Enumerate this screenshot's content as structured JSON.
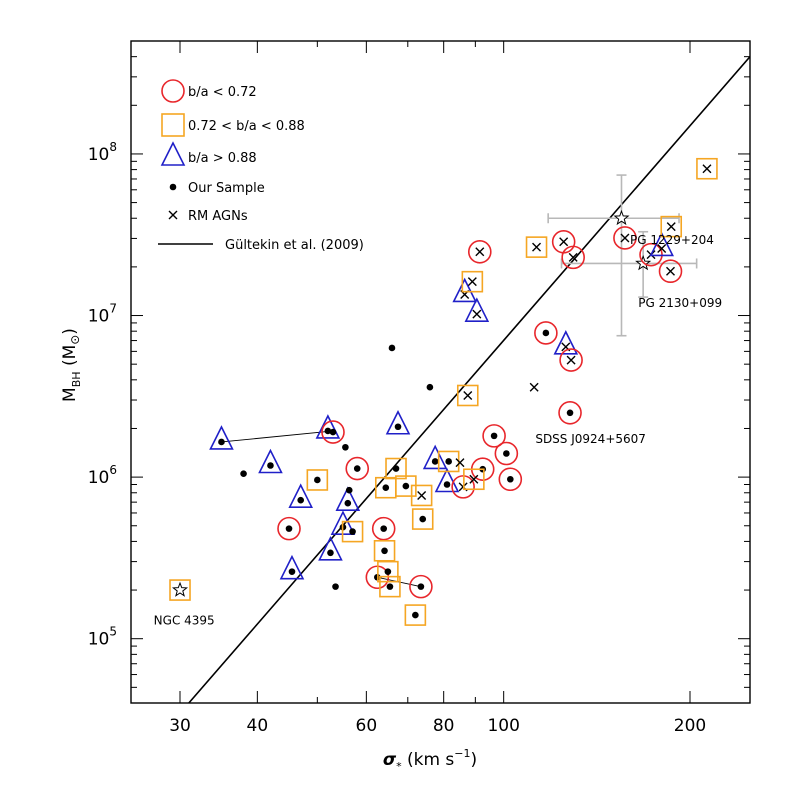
{
  "chart_data": {
    "type": "scatter",
    "title": "",
    "xlabel_symbol": "σ",
    "xlabel_sub": "*",
    "xlabel_unit": "(km s",
    "xlabel_unit_exp": "−1",
    "xlabel_unit_close": ")",
    "ylabel_main": "M",
    "ylabel_sub": "BH",
    "ylabel_unit": "(M",
    "ylabel_unit_sym": "⊙",
    "ylabel_unit_close": ")",
    "x_scale": "log",
    "y_scale": "log",
    "xlim": [
      25,
      250
    ],
    "ylim": [
      40000,
      500000000
    ],
    "grid": false,
    "legend_position": "top-left",
    "x_ticks": [
      {
        "value": 30,
        "label": "30"
      },
      {
        "value": 40,
        "label": "40"
      },
      {
        "value": 60,
        "label": "60"
      },
      {
        "value": 80,
        "label": "80"
      },
      {
        "value": 100,
        "label": "100"
      },
      {
        "value": 200,
        "label": "200"
      }
    ],
    "y_ticks": [
      {
        "value": 100000,
        "base": "10",
        "exp": "5"
      },
      {
        "value": 1000000,
        "base": "10",
        "exp": "6"
      },
      {
        "value": 10000000,
        "base": "10",
        "exp": "7"
      },
      {
        "value": 100000000,
        "base": "10",
        "exp": "8"
      }
    ],
    "legend": [
      {
        "marker": "circle",
        "color": "#e8262b",
        "label": "b/a < 0.72"
      },
      {
        "marker": "square",
        "color": "#f5a623",
        "label": "0.72 < b/a < 0.88"
      },
      {
        "marker": "triangle",
        "color": "#2020c8",
        "label": "b/a > 0.88"
      },
      {
        "marker": "dot",
        "color": "#000000",
        "label": "Our Sample"
      },
      {
        "marker": "cross",
        "color": "#000000",
        "label": "RM AGNs"
      },
      {
        "marker": "line",
        "color": "#000000",
        "label": "Gültekin et al. (2009)"
      }
    ],
    "relation": {
      "name": "Gültekin et al. (2009)",
      "x": [
        31,
        250
      ],
      "y": [
        40000,
        400000000
      ]
    },
    "our_sample": [
      {
        "x": 35,
        "y": 1650000,
        "shape": "triangle"
      },
      {
        "x": 38,
        "y": 1050000,
        "shape": "none"
      },
      {
        "x": 42,
        "y": 1180000,
        "shape": "triangle"
      },
      {
        "x": 45,
        "y": 480000,
        "shape": "circle"
      },
      {
        "x": 45.5,
        "y": 260000,
        "shape": "triangle"
      },
      {
        "x": 47,
        "y": 720000,
        "shape": "triangle"
      },
      {
        "x": 50,
        "y": 960000,
        "shape": "square"
      },
      {
        "x": 52,
        "y": 1930000,
        "shape": "triangle"
      },
      {
        "x": 52.5,
        "y": 340000,
        "shape": "triangle"
      },
      {
        "x": 53,
        "y": 1900000,
        "shape": "circle"
      },
      {
        "x": 53.5,
        "y": 210000,
        "shape": "none"
      },
      {
        "x": 55,
        "y": 490000,
        "shape": "triangle"
      },
      {
        "x": 55.5,
        "y": 1530000,
        "shape": "none"
      },
      {
        "x": 56,
        "y": 690000,
        "shape": "triangle"
      },
      {
        "x": 56.3,
        "y": 830000,
        "shape": "none"
      },
      {
        "x": 57,
        "y": 460000,
        "shape": "square"
      },
      {
        "x": 58,
        "y": 1130000,
        "shape": "circle"
      },
      {
        "x": 62.5,
        "y": 240000,
        "shape": "circle"
      },
      {
        "x": 64,
        "y": 480000,
        "shape": "circle"
      },
      {
        "x": 64.2,
        "y": 350000,
        "shape": "square"
      },
      {
        "x": 64.5,
        "y": 860000,
        "shape": "square"
      },
      {
        "x": 65,
        "y": 260000,
        "shape": "square"
      },
      {
        "x": 65.5,
        "y": 210000,
        "shape": "square"
      },
      {
        "x": 66,
        "y": 6300000,
        "shape": "none"
      },
      {
        "x": 67,
        "y": 1130000,
        "shape": "square"
      },
      {
        "x": 67.5,
        "y": 2050000,
        "shape": "triangle"
      },
      {
        "x": 69.5,
        "y": 880000,
        "shape": "square"
      },
      {
        "x": 72,
        "y": 140000,
        "shape": "square"
      },
      {
        "x": 73.5,
        "y": 210000,
        "shape": "circle"
      },
      {
        "x": 74,
        "y": 550000,
        "shape": "square"
      },
      {
        "x": 76,
        "y": 3600000,
        "shape": "none"
      },
      {
        "x": 77.5,
        "y": 1250000,
        "shape": "triangle"
      },
      {
        "x": 81,
        "y": 900000,
        "shape": "triangle"
      },
      {
        "x": 81.5,
        "y": 1250000,
        "shape": "square"
      },
      {
        "x": 92.5,
        "y": 1120000,
        "shape": "circle"
      },
      {
        "x": 96.5,
        "y": 1800000,
        "shape": "circle"
      },
      {
        "x": 101,
        "y": 1400000,
        "shape": "circle"
      },
      {
        "x": 102.5,
        "y": 970000,
        "shape": "circle"
      },
      {
        "x": 117,
        "y": 7800000,
        "shape": "circle"
      },
      {
        "x": 128,
        "y": 2500000,
        "shape": "circle"
      }
    ],
    "rm_agns": [
      {
        "x": 73.7,
        "y": 770000,
        "shape": "square"
      },
      {
        "x": 85,
        "y": 1230000,
        "shape": "none"
      },
      {
        "x": 86,
        "y": 870000,
        "shape": "circle"
      },
      {
        "x": 87.5,
        "y": 3200000,
        "shape": "square"
      },
      {
        "x": 86.5,
        "y": 13500000,
        "shape": "triangle"
      },
      {
        "x": 89,
        "y": 16200000,
        "shape": "square"
      },
      {
        "x": 90.5,
        "y": 10200000,
        "shape": "triangle"
      },
      {
        "x": 89.5,
        "y": 970000,
        "shape": "square"
      },
      {
        "x": 91.5,
        "y": 24800000,
        "shape": "circle"
      },
      {
        "x": 112,
        "y": 3600000,
        "shape": "none"
      },
      {
        "x": 113,
        "y": 26500000,
        "shape": "square"
      },
      {
        "x": 125,
        "y": 28600000,
        "shape": "circle"
      },
      {
        "x": 126,
        "y": 6400000,
        "shape": "triangle"
      },
      {
        "x": 128.5,
        "y": 5300000,
        "shape": "circle"
      },
      {
        "x": 129.5,
        "y": 22900000,
        "shape": "circle"
      },
      {
        "x": 157,
        "y": 30200000,
        "shape": "circle"
      },
      {
        "x": 173,
        "y": 23800000,
        "shape": "circle"
      },
      {
        "x": 180,
        "y": 26000000,
        "shape": "triangle"
      },
      {
        "x": 186,
        "y": 18800000,
        "shape": "circle"
      },
      {
        "x": 186.5,
        "y": 35500000,
        "shape": "square"
      },
      {
        "x": 213,
        "y": 81000000,
        "shape": "square"
      }
    ],
    "error_points": [
      {
        "label": "PG 1229+204",
        "x": 155,
        "y": 40000000,
        "xerr": [
          118,
          192
        ],
        "yerr": [
          7500000,
          74000000
        ]
      },
      {
        "label": "PG 2130+099",
        "x": 168,
        "y": 21000000,
        "xerr": [
          124,
          205
        ],
        "yerr": [
          13000000,
          33000000
        ]
      }
    ],
    "standalone": [
      {
        "label": "NGC 4395",
        "x": 30,
        "y": 200000,
        "marker": "star-in-square"
      }
    ],
    "connectors": [
      {
        "x": [
          35,
          53
        ],
        "y": [
          1650000,
          1930000
        ]
      },
      {
        "x": [
          62.5,
          73.5
        ],
        "y": [
          240000,
          210000
        ]
      }
    ],
    "annotations": [
      {
        "text": "PG 1229+204",
        "x": 160,
        "y": 27800000
      },
      {
        "text": "PG 2130+099",
        "x": 165,
        "y": 11300000
      },
      {
        "text": "SDSS J0924+5607",
        "x": 112.5,
        "y": 1630000
      },
      {
        "text": "NGC 4395",
        "x": 27.2,
        "y": 122000
      }
    ]
  }
}
